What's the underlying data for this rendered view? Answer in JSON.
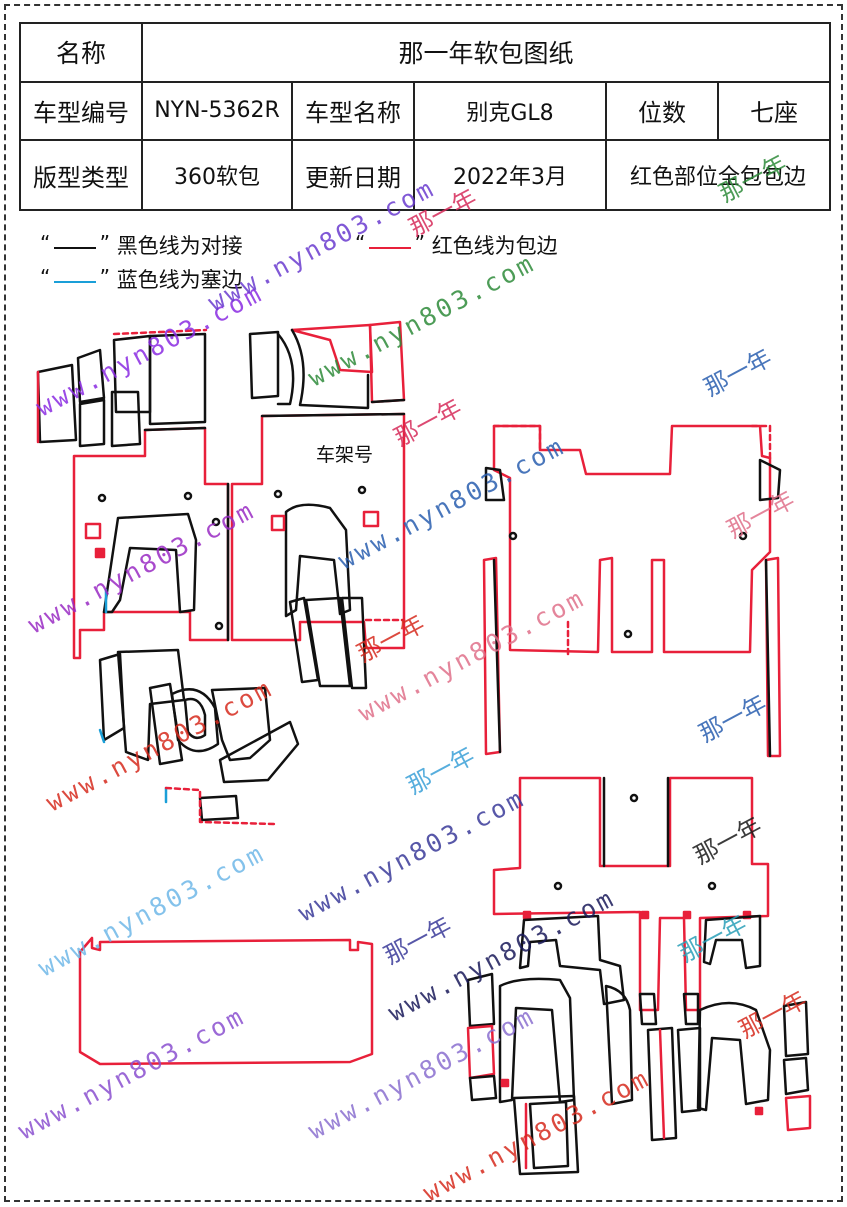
{
  "header": {
    "name_label": "名称",
    "name_value": "那一年软包图纸",
    "model_code_label": "车型编号",
    "model_code_value": "NYN-5362R",
    "model_name_label": "车型名称",
    "model_name_value": "别克GL8",
    "seats_label": "位数",
    "seats_value": "七座",
    "pattern_type_label": "版型类型",
    "pattern_type_value": "360软包",
    "update_date_label": "更新日期",
    "update_date_value": "2022年3月",
    "note_value": "红色部位全包包边"
  },
  "legend": {
    "black": "黑色线为对接",
    "red": "红色线为包边",
    "blue": "蓝色线为塞边"
  },
  "diagram": {
    "frame_number_label": "车架号"
  },
  "colors": {
    "black_line": "#111111",
    "red_line": "#e8203a",
    "blue_line": "#1a9fd8"
  },
  "watermarks": {
    "url": "www.nyn803.com",
    "brand": "那一年"
  }
}
